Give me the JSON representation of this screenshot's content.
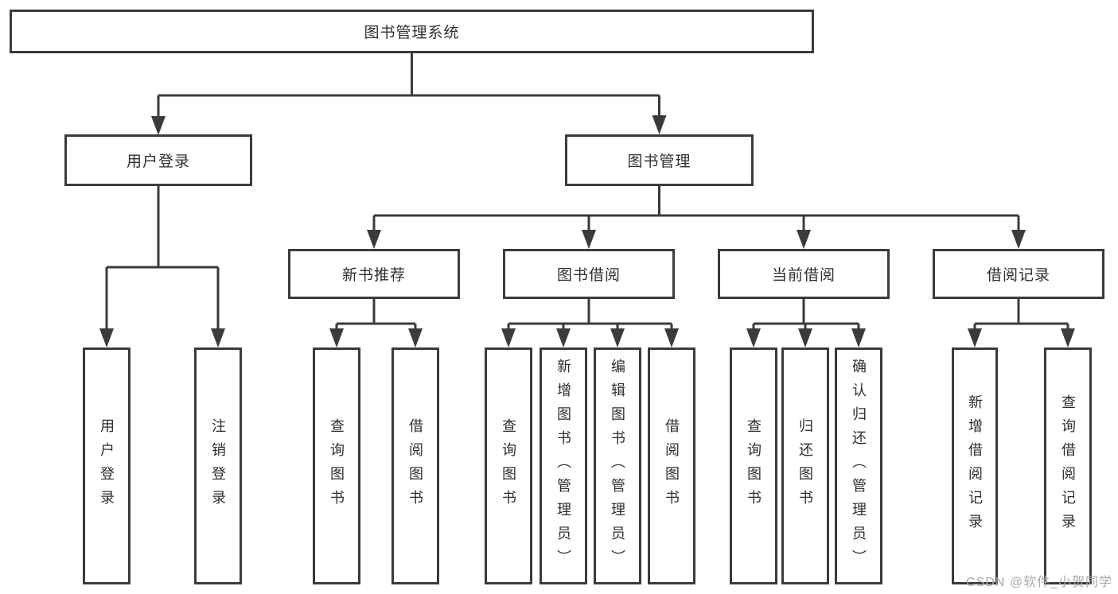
{
  "diagram": {
    "type": "hierarchy-tree",
    "colors": {
      "background": "#ffffff",
      "box_fill": "#ffffff",
      "box_border": "#3b3b3b",
      "connector_line": "#3b3b3b",
      "arrowhead": "#3b3b3b",
      "text": "#2f2f2f",
      "watermark": "#a9a9a9"
    },
    "nodes": {
      "root": {
        "label": "图书管理系统",
        "parent": null
      },
      "user_login": {
        "label": "用户登录",
        "parent": "root"
      },
      "book_mgmt": {
        "label": "图书管理",
        "parent": "root"
      },
      "rec": {
        "label": "新书推荐",
        "parent": "book_mgmt"
      },
      "borrow": {
        "label": "图书借阅",
        "parent": "book_mgmt"
      },
      "current": {
        "label": "当前借阅",
        "parent": "book_mgmt"
      },
      "records": {
        "label": "借阅记录",
        "parent": "book_mgmt"
      },
      "ul_login": {
        "label": "用户登录",
        "parent": "user_login"
      },
      "ul_logout": {
        "label": "注销登录",
        "parent": "user_login"
      },
      "rec_query": {
        "label": "查询图书",
        "parent": "rec"
      },
      "rec_borrow": {
        "label": "借阅图书",
        "parent": "rec"
      },
      "bb_query": {
        "label": "查询图书",
        "parent": "borrow"
      },
      "bb_add": {
        "label": "新增图书（管理员）",
        "parent": "borrow"
      },
      "bb_edit": {
        "label": "编辑图书（管理员）",
        "parent": "borrow"
      },
      "bb_borrow": {
        "label": "借阅图书",
        "parent": "borrow"
      },
      "cb_query": {
        "label": "查询图书",
        "parent": "current"
      },
      "cb_return": {
        "label": "归还图书",
        "parent": "current"
      },
      "cb_confirm": {
        "label": "确认归还（管理员）",
        "parent": "current"
      },
      "br_add": {
        "label": "新增借阅记录",
        "parent": "records"
      },
      "br_query": {
        "label": "查询借阅记录",
        "parent": "records"
      }
    },
    "watermark": "CSDN @软件_小贺同学"
  }
}
